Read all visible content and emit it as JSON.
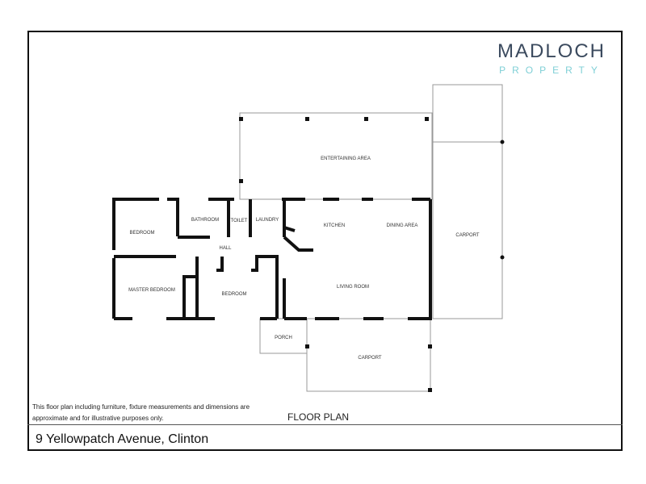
{
  "brand": {
    "name": "MADLOCH",
    "sub": "PROPERTY"
  },
  "rooms": {
    "entertaining": "ENTERTAINING AREA",
    "kitchen": "KITCHEN",
    "dining": "DINING AREA",
    "carport_side": "CARPORT",
    "bedroom1": "BEDROOM",
    "bathroom": "BATHROOM",
    "toilet": "TOILET",
    "laundry": "LAUNDRY",
    "hall": "HALL",
    "master": "MASTER BEDROOM",
    "bedroom2": "BEDROOM",
    "living": "LIVING ROOM",
    "porch": "PORCH",
    "carport_front": "CARPORT"
  },
  "disclaimer": "This floor plan including furniture, fixture measurements and dimensions are approximate and for illustrative purposes only.",
  "title": "FLOOR PLAN",
  "address": "9 Yellowpatch Avenue, Clinton"
}
